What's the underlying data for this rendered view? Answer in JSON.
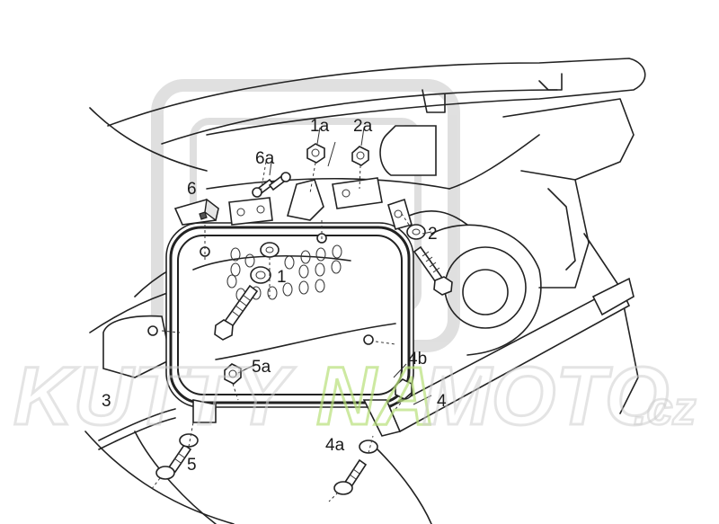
{
  "diagram": {
    "labels": {
      "l1a": "1a",
      "l2a": "2a",
      "l6a": "6a",
      "l6": "6",
      "l2": "2",
      "l1": "1",
      "l5a": "5a",
      "l4b": "4b",
      "l4": "4",
      "l3": "3",
      "l4a": "4a",
      "l5": "5"
    },
    "watermark": {
      "part1": "KUTTY",
      "part2": "NA",
      "part3": "MOTO",
      "part4": ".cz"
    }
  }
}
